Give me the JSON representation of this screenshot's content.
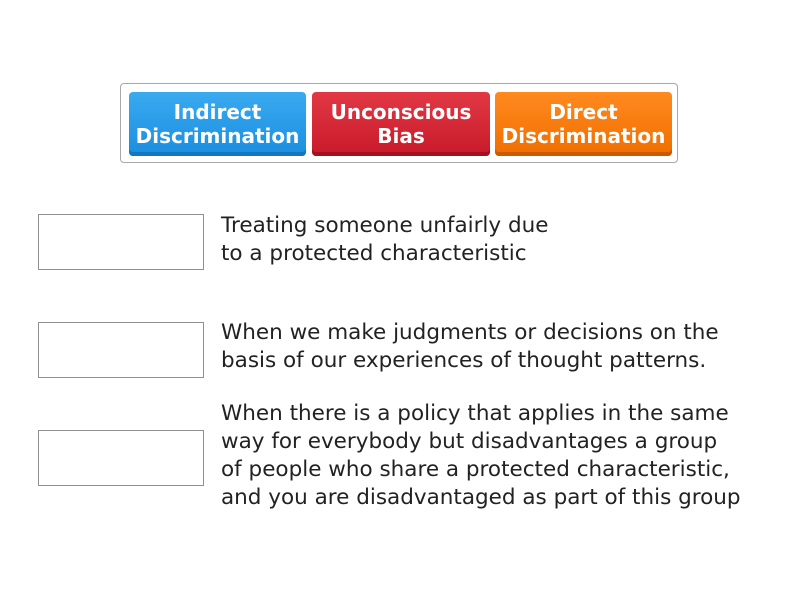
{
  "tiles": [
    {
      "label": "Indirect\nDiscrimination",
      "color": "#2196F3"
    },
    {
      "label": "Unconscious\nBias",
      "color": "#D32F2F"
    },
    {
      "label": "Direct\nDiscrimination",
      "color": "#F57C00"
    }
  ],
  "rows": [
    {
      "description": "Treating someone unfairly due\nto a protected characteristic"
    },
    {
      "description": "When we make judgments or decisions on the\nbasis of our experiences of thought patterns."
    },
    {
      "description": "When there is a policy that applies in the same\nway for everybody but disadvantages a group\nof people who share a protected characteristic,\nand you are disadvantaged as part of this group"
    }
  ]
}
